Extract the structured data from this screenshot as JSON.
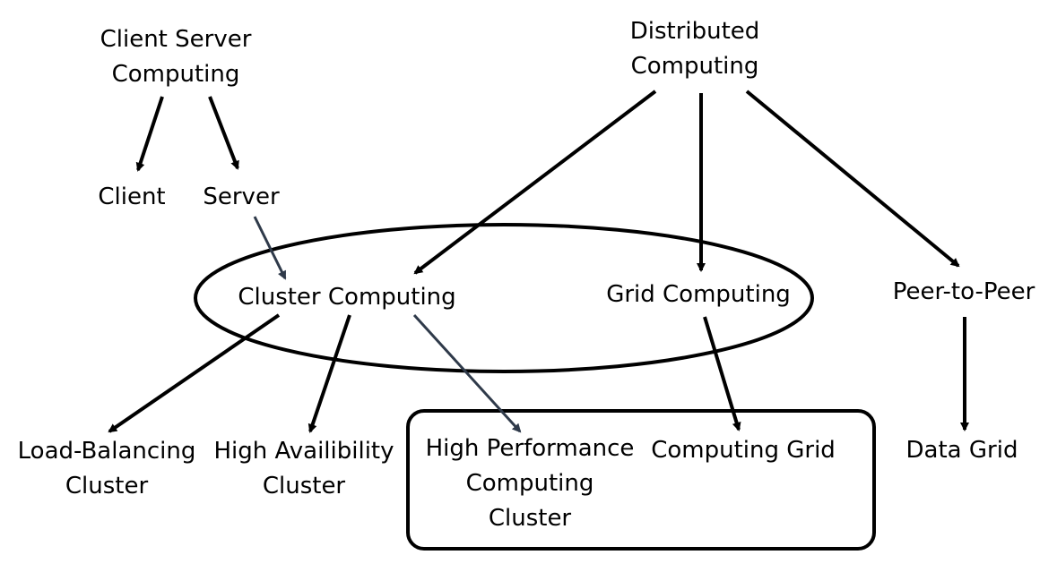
{
  "colors": {
    "arrow_black": "#000000",
    "arrow_slate": "#2f3a4a",
    "outline": "#000000"
  },
  "nodes": {
    "client_server_computing": [
      "Client Server",
      "Computing"
    ],
    "distributed_computing": [
      "Distributed",
      "Computing"
    ],
    "client": [
      "Client"
    ],
    "server": [
      "Server"
    ],
    "cluster_computing": [
      "Cluster Computing"
    ],
    "grid_computing": [
      "Grid Computing"
    ],
    "peer_to_peer": [
      "Peer-to-Peer"
    ],
    "load_balancing_cluster": [
      "Load-Balancing",
      "Cluster"
    ],
    "high_availability_cluster": [
      "High Availibility",
      "Cluster"
    ],
    "high_performance_computing_cluster": [
      "High Performance",
      "Computing",
      "Cluster"
    ],
    "computing_grid": [
      "Computing Grid"
    ],
    "data_grid": [
      "Data Grid"
    ]
  }
}
